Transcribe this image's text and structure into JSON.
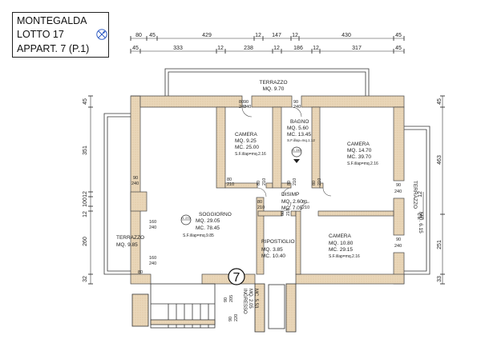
{
  "title": {
    "line1": "MONTEGALDA",
    "line2": "LOTTO 17",
    "line3": "APPART. 7  (P.1)"
  },
  "unit_number": "7",
  "top_dims_row1": [
    "80",
    "45",
    "429",
    "12",
    "147",
    "12",
    "430",
    "45"
  ],
  "top_dims_row2": [
    "45",
    "333",
    "12",
    "238",
    "12",
    "186",
    "12",
    "317",
    "45"
  ],
  "left_dims": [
    "45",
    "351",
    "12",
    "100",
    "12",
    "260",
    "32"
  ],
  "right_dims_outer": [
    "45",
    "463",
    "251",
    "33"
  ],
  "right_dims_inner": [
    "12",
    "12"
  ],
  "rooms": {
    "terrazzo_top": {
      "name": "TERRAZZO",
      "mq": "MQ. 9.70"
    },
    "bagno": {
      "name": "BAGNO",
      "mq": "MQ. 5.60",
      "mc": "MC. 13.45",
      "sf": "S.F.il/ap=mq.1.12"
    },
    "camera1": {
      "name": "CAMERA",
      "mq": "MQ. 9.25",
      "mc": "MC. 25.00",
      "sf": "S.F.il/ap=mq.2.16"
    },
    "camera2": {
      "name": "CAMERA",
      "mq": "MQ. 14.70",
      "mc": "MC. 39.70",
      "sf": "S.F.il/ap=mq.2.16"
    },
    "disimp": {
      "name": "DISIMP",
      "mq": "MQ. 2.60",
      "mc": "MC. 7.05"
    },
    "soggiorno": {
      "name": "SOGGIORNO",
      "mq": "MQ. 29.05",
      "mc": "MC. 78.45",
      "sf": "S.F.il/ap=mq.9.85"
    },
    "ripostiglio": {
      "name": "RIPOSTIGLIO",
      "mq": "MQ. 3.85",
      "mc": "MC. 10.40"
    },
    "camera3": {
      "name": "CAMERA",
      "mq": "MQ. 10.80",
      "mc": "MC. 29.15",
      "sf": "S.F.il/ap=mq.2.16"
    },
    "terrazzo_left": {
      "name": "TERRAZZO",
      "mq": "MQ. 9.85"
    },
    "terrazzo_right": {
      "name": "TERRAZZO",
      "mq": "MQ. 6.15"
    },
    "ingresso": {
      "name": "INGRESSO",
      "mq": "MQ. 2.05",
      "mc": "MC. 5.53"
    }
  },
  "heights": {
    "h270": "H. 270",
    "h240": "H. 240"
  },
  "openings": {
    "d90_240_a": [
      "90",
      "240"
    ],
    "d90_240_b": [
      "90",
      "240"
    ],
    "d90_240_c": [
      "90",
      "240"
    ],
    "d90_240_d": [
      "90",
      "240"
    ],
    "d90_240_e": [
      "90",
      "240"
    ],
    "d80_210_a": [
      "80",
      "210"
    ],
    "d80_210_b": [
      "80",
      "210"
    ],
    "d80_210_c": [
      "80",
      "210"
    ],
    "d80_210_d": [
      "80",
      "210"
    ],
    "d80_210_e": [
      "80",
      "210"
    ],
    "d80_210_f": [
      "80",
      "210"
    ],
    "d80_210_g": [
      "80",
      "210"
    ],
    "d160_a": [
      "160",
      "240"
    ],
    "d160_b": [
      "160",
      "240"
    ],
    "d80_240": [
      "80",
      "240"
    ],
    "d80_bottom": "80",
    "d90_205": [
      "90",
      "205"
    ],
    "d90_220": [
      "90",
      "220"
    ]
  }
}
